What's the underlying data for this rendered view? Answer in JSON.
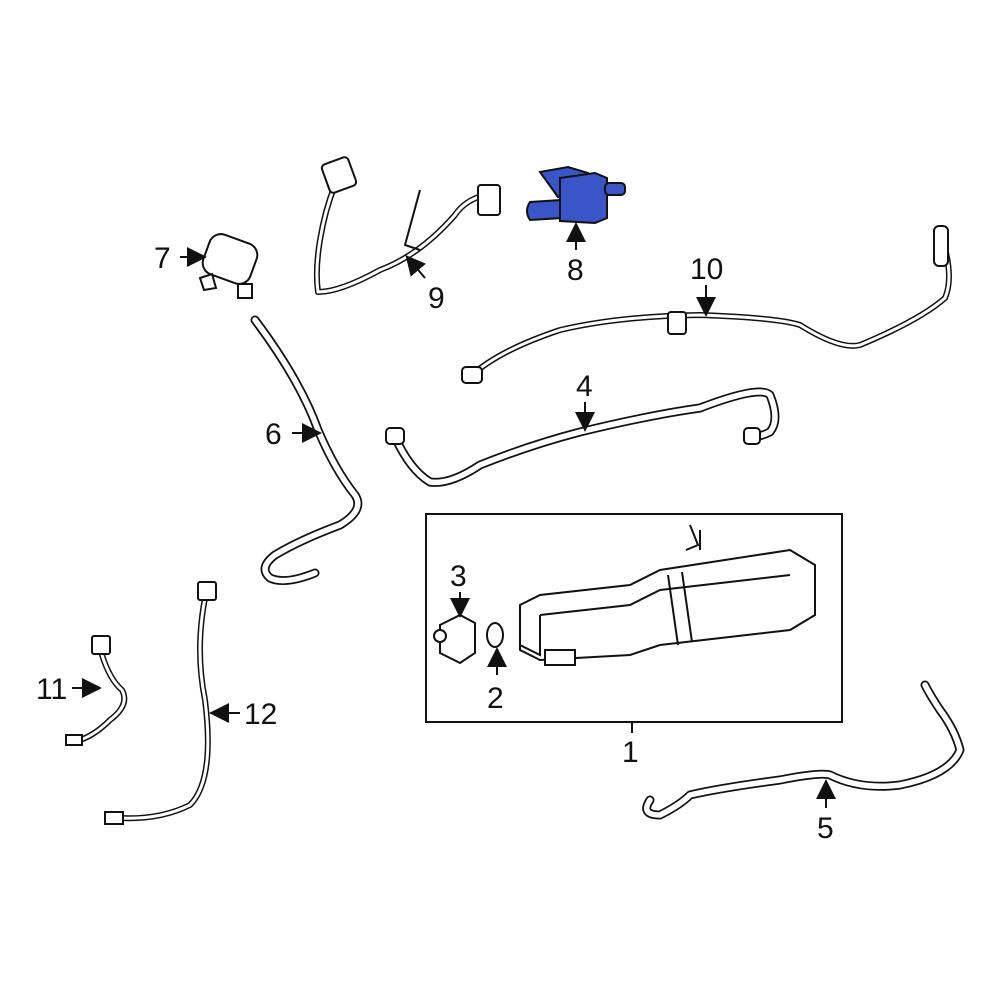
{
  "diagram": {
    "highlight_color": "#3a55c8",
    "callouts": [
      {
        "id": "1",
        "label": "1",
        "part": "vapor-canister-assembly"
      },
      {
        "id": "2",
        "label": "2",
        "part": "o-ring"
      },
      {
        "id": "3",
        "label": "3",
        "part": "leak-detection-pump"
      },
      {
        "id": "4",
        "label": "4",
        "part": "hose"
      },
      {
        "id": "5",
        "label": "5",
        "part": "hose"
      },
      {
        "id": "6",
        "label": "6",
        "part": "hose"
      },
      {
        "id": "7",
        "label": "7",
        "part": "filter"
      },
      {
        "id": "8",
        "label": "8",
        "part": "purge-valve"
      },
      {
        "id": "9",
        "label": "9",
        "part": "wiring-harness"
      },
      {
        "id": "10",
        "label": "10",
        "part": "hose"
      },
      {
        "id": "11",
        "label": "11",
        "part": "oxygen-sensor"
      },
      {
        "id": "12",
        "label": "12",
        "part": "oxygen-sensor"
      }
    ]
  }
}
